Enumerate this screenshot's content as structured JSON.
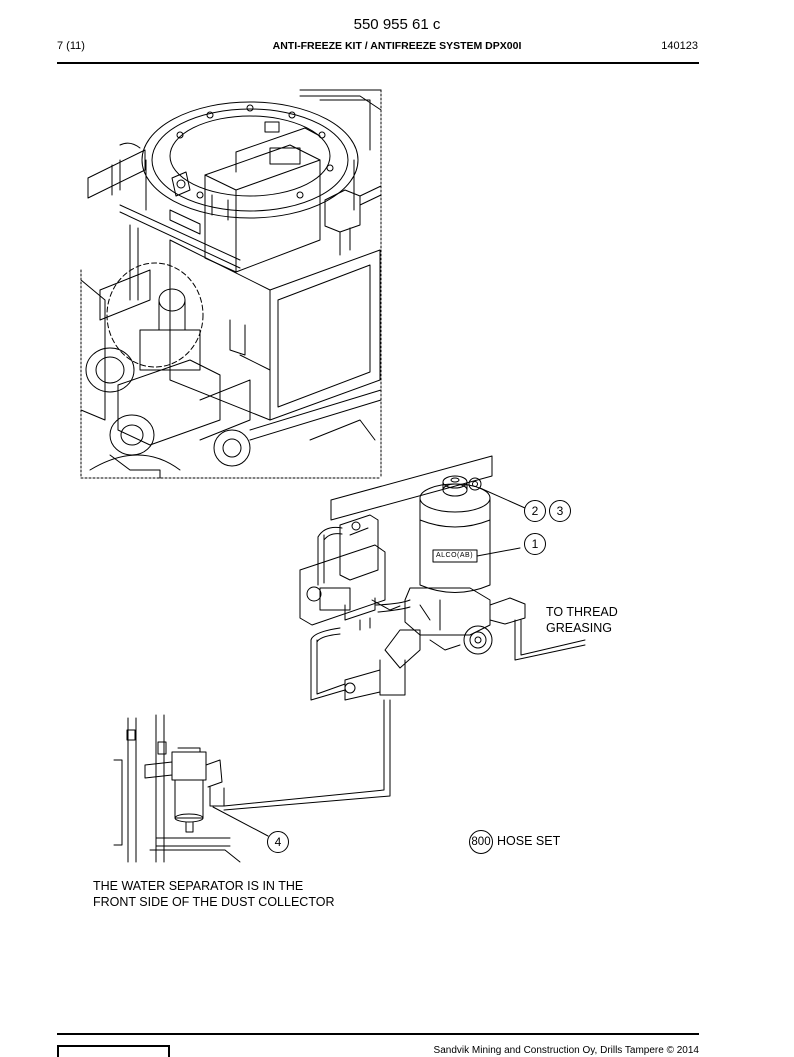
{
  "header": {
    "doc_number": "550 955 61 c",
    "page": "7 (11)",
    "title": "ANTI-FREEZE KIT / ANTIFREEZE SYSTEM DPX00I",
    "date_code": "140123"
  },
  "callouts": {
    "c1": "1",
    "c2": "2",
    "c3": "3",
    "c4": "4",
    "c800": "800"
  },
  "labels": {
    "to_thread_1": "TO THREAD",
    "to_thread_2": "GREASING",
    "hose_set": "HOSE SET",
    "note_1": "THE WATER SEPARATOR IS IN THE",
    "note_2": "FRONT SIDE OF THE DUST COLLECTOR",
    "tank_brand": "ALCO(AB)"
  },
  "footer": {
    "copyright": "Sandvik Mining and Construction Oy, Drills Tampere © 2014"
  }
}
